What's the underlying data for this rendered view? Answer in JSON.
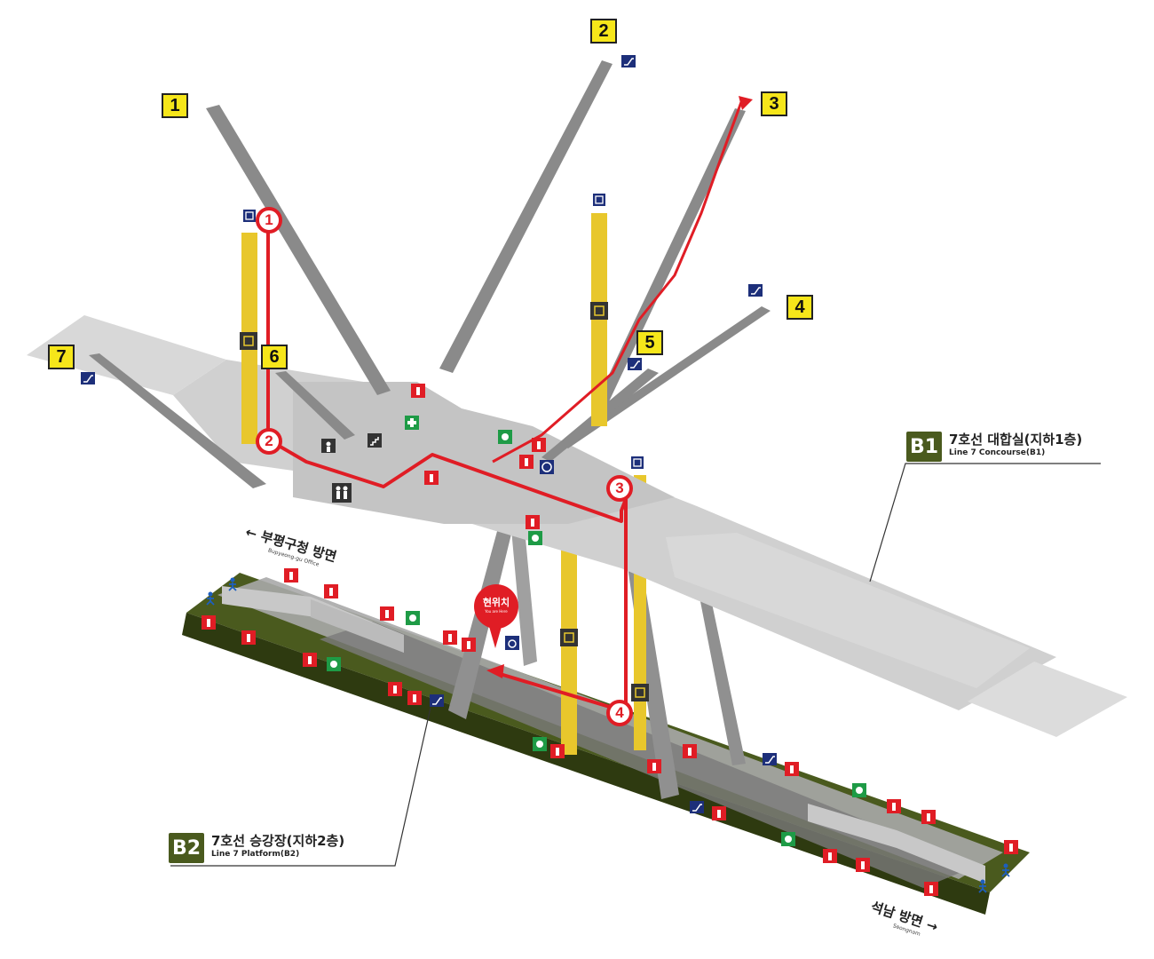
{
  "exits": [
    "1",
    "2",
    "3",
    "4",
    "5",
    "6",
    "7"
  ],
  "floors": {
    "b1": {
      "badge": "B1",
      "name": "7호선 대합실(지하1층)",
      "name_en": "Line 7 Concourse(B1)"
    },
    "b2": {
      "badge": "B2",
      "name": "7호선 승강장(지하2층)",
      "name_en": "Line 7 Platform(B2)"
    }
  },
  "directions": {
    "west": {
      "name": "부평구청 방면",
      "name_en": "Bupyeong-gu Office"
    },
    "east": {
      "name": "석남 방면",
      "name_en": "Seongnam"
    }
  },
  "route_steps": [
    "1",
    "2",
    "3",
    "4"
  ],
  "current_location": {
    "name": "현위치",
    "name_en": "You are Here"
  },
  "colors": {
    "route": "#e01d25",
    "exit_tag": "#f6e61a",
    "platform_floor": "#4a5a1e",
    "concourse": "#d8d8d8",
    "elevator": "#e8c72c",
    "track": "#8e8e8e"
  },
  "icons": [
    "stairs-icon",
    "escalator-icon",
    "elevator-icon",
    "fire-extinguisher-icon",
    "emergency-phone-icon",
    "first-aid-icon",
    "restroom-icon",
    "information-icon",
    "wheelchair-icon",
    "walking-person-icon"
  ]
}
